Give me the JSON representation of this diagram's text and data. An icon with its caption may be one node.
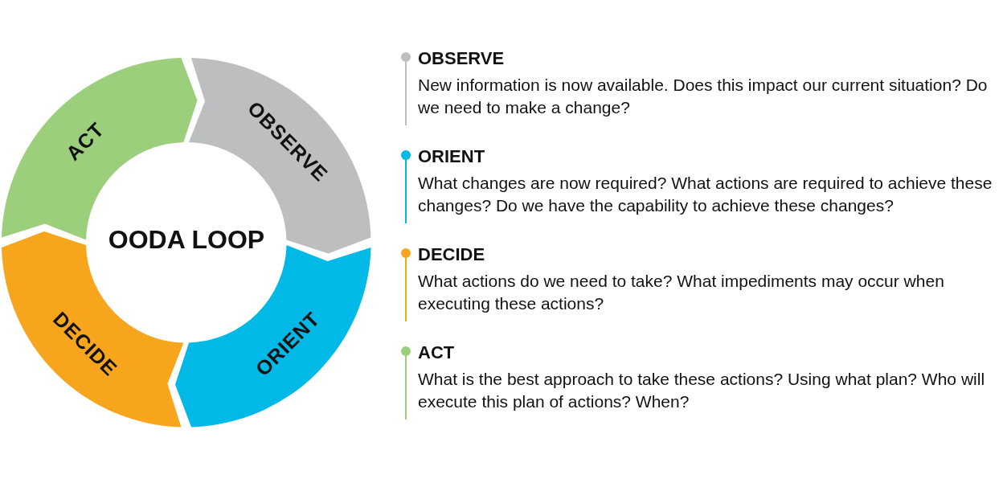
{
  "diagram": {
    "title": "OODA LOOP",
    "nodes": [
      {
        "text": [
          "OBSERVE"
        ]
      },
      {
        "text": [
          "ORIENT"
        ]
      },
      {
        "text": [
          "DECIDE"
        ]
      },
      {
        "text": [
          "ACT"
        ]
      },
      {
        "text": [
          "OBSERVE",
          "New information is now available. Does this impact our current situation? Do we need to make a change?"
        ]
      },
      {
        "text": [
          "ORIENT",
          "What changes are now required? What actions are required to achieve these changes? Do we have the capability to achieve these changes?"
        ]
      },
      {
        "text": [
          "DECIDE",
          "What actions do we need to take? What impediments may occur when executing these actions?"
        ]
      },
      {
        "text": [
          "ACT",
          "What is the best approach to take these actions? Using what plan? Who will execute this plan of actions? When?"
        ]
      }
    ]
  }
}
